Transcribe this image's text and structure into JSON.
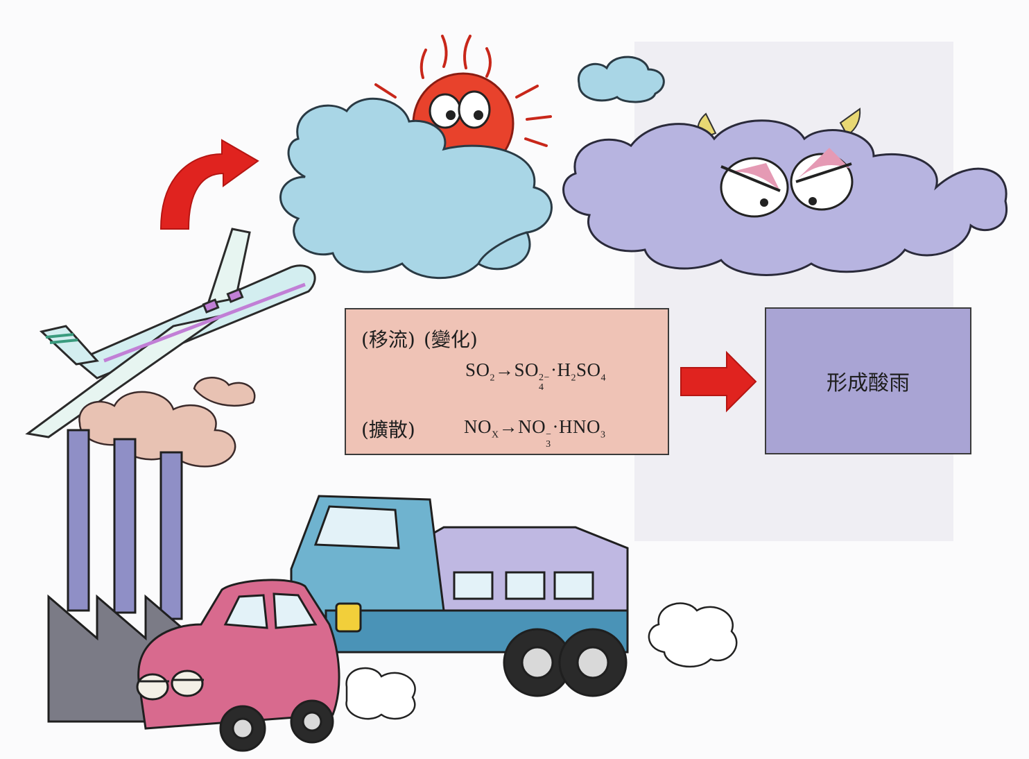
{
  "process": {
    "label_move": "(移流)",
    "label_change": "(變化)",
    "label_spread": "(擴散)",
    "eq1": {
      "reactant": "SO",
      "reactant_sub": "2",
      "arrow": "→",
      "p1": "SO",
      "p1_sup": "2−",
      "p1_sub": "4",
      "sep": "·",
      "p2a": "H",
      "p2a_sub": "2",
      "p2b": "SO",
      "p2b_sub": "4"
    },
    "eq2": {
      "reactant": "NO",
      "reactant_sub": "X",
      "arrow": "→",
      "p1": "NO",
      "p1_sup": "−",
      "p1_sub": "3",
      "sep": "·",
      "p2": "HNO",
      "p2_sub": "3"
    }
  },
  "result": {
    "label": "形成酸雨"
  },
  "colors": {
    "process_box": "#efc3b6",
    "result_box": "#a9a4d4",
    "arrow_red": "#e0231f",
    "cloud_blue": "#a9d6e6",
    "cloud_purple": "#b7b4e0",
    "sun": "#e8422c"
  },
  "icons": [
    "sun-icon",
    "cloud-icon",
    "evil-cloud-icon",
    "airplane-icon",
    "factory-icon",
    "smokestack-icon",
    "truck-icon",
    "car-icon",
    "exhaust-icon",
    "arrow-right-icon",
    "curved-arrow-icon"
  ]
}
